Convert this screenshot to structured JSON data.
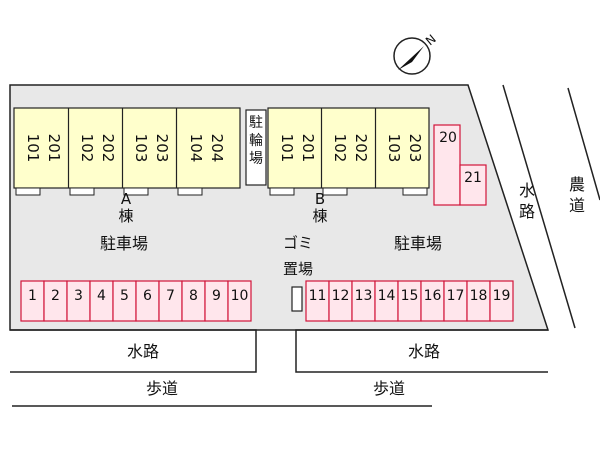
{
  "compass": {
    "north_label": "N",
    "icon": "compass-north-icon"
  },
  "building_a": {
    "label": "A棟",
    "units": [
      {
        "upper": "201",
        "lower": "101"
      },
      {
        "upper": "202",
        "lower": "102"
      },
      {
        "upper": "203",
        "lower": "103"
      },
      {
        "upper": "204",
        "lower": "104"
      }
    ]
  },
  "building_b": {
    "label": "B棟",
    "units": [
      {
        "upper": "201",
        "lower": "101"
      },
      {
        "upper": "202",
        "lower": "102"
      },
      {
        "upper": "203",
        "lower": "103"
      }
    ]
  },
  "bicycle_parking": "駐輪場",
  "garbage": "ゴミ置場",
  "parking_label_left": "駐車場",
  "parking_label_right": "駐車場",
  "parking_spaces_left": [
    "1",
    "2",
    "3",
    "4",
    "5",
    "6",
    "7",
    "8",
    "9",
    "10"
  ],
  "parking_spaces_right": [
    "11",
    "12",
    "13",
    "14",
    "15",
    "16",
    "17",
    "18",
    "19"
  ],
  "parking_spaces_extra": [
    "20",
    "21"
  ],
  "waterway_bottom_left": "水路",
  "waterway_bottom_right": "水路",
  "sidewalk_left": "歩道",
  "sidewalk_right": "歩道",
  "waterway_right": "水路",
  "farm_road": "農道",
  "colors": {
    "building_fill": "#ffffcc",
    "parking_fill": "#ffe6ec",
    "parking_stroke": "#d2143a",
    "lot_fill": "#e8e8e8"
  }
}
